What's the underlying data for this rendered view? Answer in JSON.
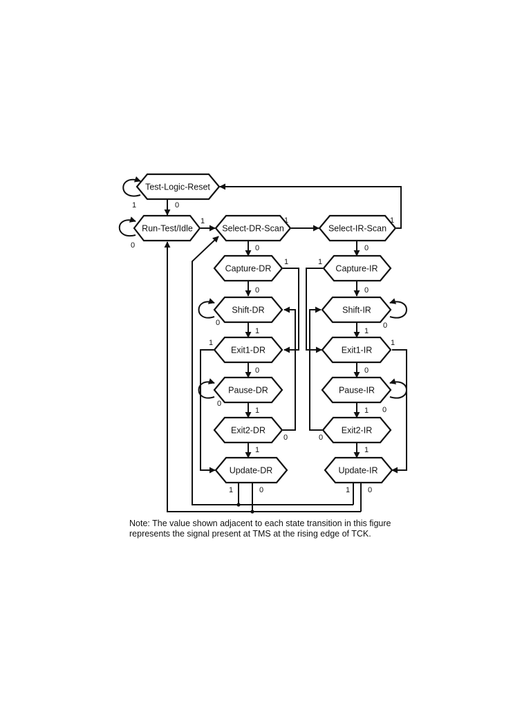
{
  "states": {
    "test_logic_reset": "Test-Logic-Reset",
    "run_test_idle": "Run-Test/Idle",
    "select_dr_scan": "Select-DR-Scan",
    "select_ir_scan": "Select-IR-Scan",
    "capture_dr": "Capture-DR",
    "capture_ir": "Capture-IR",
    "shift_dr": "Shift-DR",
    "shift_ir": "Shift-IR",
    "exit1_dr": "Exit1-DR",
    "exit1_ir": "Exit1-IR",
    "pause_dr": "Pause-DR",
    "pause_ir": "Pause-IR",
    "exit2_dr": "Exit2-DR",
    "exit2_ir": "Exit2-IR",
    "update_dr": "Update-DR",
    "update_ir": "Update-IR"
  },
  "transition_labels": {
    "tlr_self": "1",
    "tlr_to_rti": "0",
    "rti_self": "0",
    "rti_to_sdr": "1",
    "sdr_to_sir": "1",
    "sdr_to_cdr": "0",
    "sir_to_tlr": "1",
    "sir_to_cir": "0",
    "cdr_to_e1dr": "1",
    "cdr_to_shdr": "0",
    "cir_to_e1ir": "1",
    "cir_to_shir": "0",
    "shdr_self": "0",
    "shdr_to_e1dr": "1",
    "shir_self": "0",
    "shir_to_e1ir": "1",
    "e1dr_to_udr": "1",
    "e1dr_to_pdr": "0",
    "e1ir_to_uir": "1",
    "e1ir_to_pir": "0",
    "pdr_self": "0",
    "pdr_to_e2dr": "1",
    "pir_self": "0",
    "pir_to_e2ir": "1",
    "e2dr_to_shdr": "0",
    "e2dr_to_udr": "1",
    "e2ir_to_shir": "0",
    "e2ir_to_uir": "1",
    "udr_to_sdr": "1",
    "udr_to_rti": "0",
    "uir_to_sdr": "1",
    "uir_to_rti": "0"
  },
  "note": "Note: The value shown adjacent to each state transition in this figure represents the signal present at TMS at the rising edge of TCK."
}
